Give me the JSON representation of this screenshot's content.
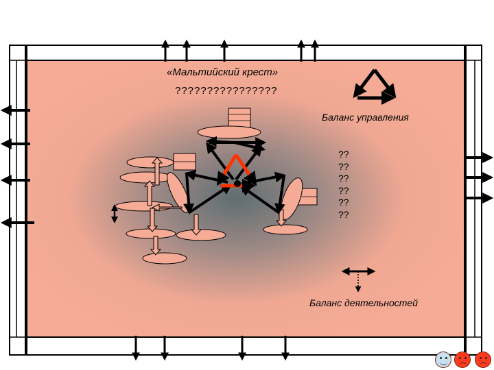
{
  "diagram": {
    "title": "«Мальтийский крест»",
    "subtitle": "????????????????",
    "balance_management_label": "Баланс управления",
    "balance_activities_label": "Баланс  деятельностей",
    "question_marks": [
      "??",
      "??",
      "??",
      "??",
      "??",
      "??"
    ]
  },
  "colors": {
    "frame_fill": "#f5ab95",
    "center_shadow": "#5f6e72",
    "frame_border": "#000000",
    "red_triangle": "#ff3300",
    "arrow": "#000000",
    "face_neutral": "#c9dff2",
    "face_angry": "#ff3b1f"
  },
  "icons": [
    "smiley-neutral-icon",
    "smiley-angry-icon",
    "smiley-angry-icon"
  ]
}
